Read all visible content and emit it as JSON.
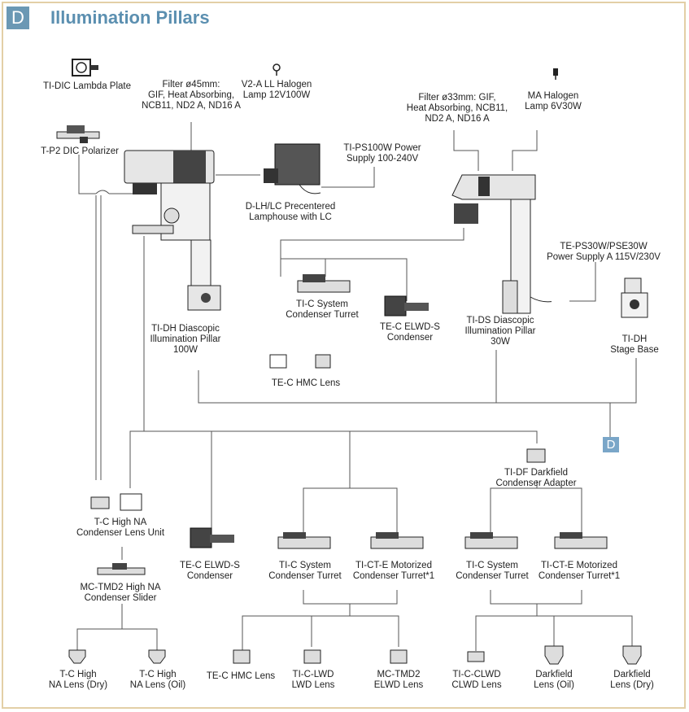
{
  "header": {
    "badge": "D",
    "title": "Illumination Pillars"
  },
  "d_marker": "D",
  "components": {
    "lambda_plate": [
      "TI-DIC Lambda Plate"
    ],
    "dic_polarizer": [
      "T-P2 DIC Polarizer"
    ],
    "filter_45": [
      "Filter ø45mm:",
      "GIF, Heat Absorbing,",
      "NCB11, ND2 A, ND16 A"
    ],
    "halogen_lamp_12v": [
      "V2-A LL Halogen",
      "Lamp 12V100W"
    ],
    "power_supply_100w": [
      "TI-PS100W Power",
      "Supply 100-240V"
    ],
    "lamphouse": [
      "D-LH/LC Precentered",
      "Lamphouse with LC"
    ],
    "filter_33": [
      "Filter ø33mm: GIF,",
      "Heat Absorbing, NCB11,",
      "ND2 A, ND16 A"
    ],
    "ma_halogen": [
      "MA Halogen",
      "Lamp 6V30W"
    ],
    "power_supply_30w": [
      "TE-PS30W/PSE30W",
      "Power Supply A 115V/230V"
    ],
    "ti_c_turret_top": [
      "TI-C System",
      "Condenser Turret"
    ],
    "ti_dh_pillar": [
      "TI-DH Diascopic",
      "Illumination Pillar",
      "100W"
    ],
    "te_c_elwd_top": [
      "TE-C ELWD-S",
      "Condenser"
    ],
    "ti_ds_pillar": [
      "TI-DS Diascopic",
      "Illumination Pillar",
      "30W"
    ],
    "ti_dh_stage": [
      "TI-DH",
      "Stage Base"
    ],
    "te_c_hmc_top": [
      "TE-C HMC Lens"
    ],
    "darkfield_adapter": [
      "TI-DF Darkfield",
      "Condenser Adapter"
    ],
    "high_na_unit": [
      "T-C High NA",
      "Condenser Lens Unit"
    ],
    "te_c_elwd_bottom": [
      "TE-C ELWD-S",
      "Condenser"
    ],
    "ti_c_turret_mid": [
      "TI-C System",
      "Condenser Turret"
    ],
    "ti_ct_e_mid": [
      "TI-CT-E Motorized",
      "Condenser Turret*1"
    ],
    "ti_c_turret_right": [
      "TI-C System",
      "Condenser Turret"
    ],
    "ti_ct_e_right": [
      "TI-CT-E Motorized",
      "Condenser Turret*1"
    ],
    "mc_tmd2_slider": [
      "MC-TMD2 High NA",
      "Condenser Slider"
    ],
    "high_na_dry": [
      "T-C High",
      "NA Lens (Dry)"
    ],
    "high_na_oil": [
      "T-C High",
      "NA Lens (Oil)"
    ],
    "te_c_hmc_bottom": [
      "TE-C HMC Lens"
    ],
    "ti_c_lwd": [
      "TI-C-LWD",
      "LWD Lens"
    ],
    "mc_tmd2_elwd": [
      "MC-TMD2",
      "ELWD Lens"
    ],
    "ti_c_clwd": [
      "TI-C-CLWD",
      "CLWD Lens"
    ],
    "darkfield_oil": [
      "Darkfield",
      "Lens (Oil)"
    ],
    "darkfield_dry": [
      "Darkfield",
      "Lens (Dry)"
    ]
  }
}
